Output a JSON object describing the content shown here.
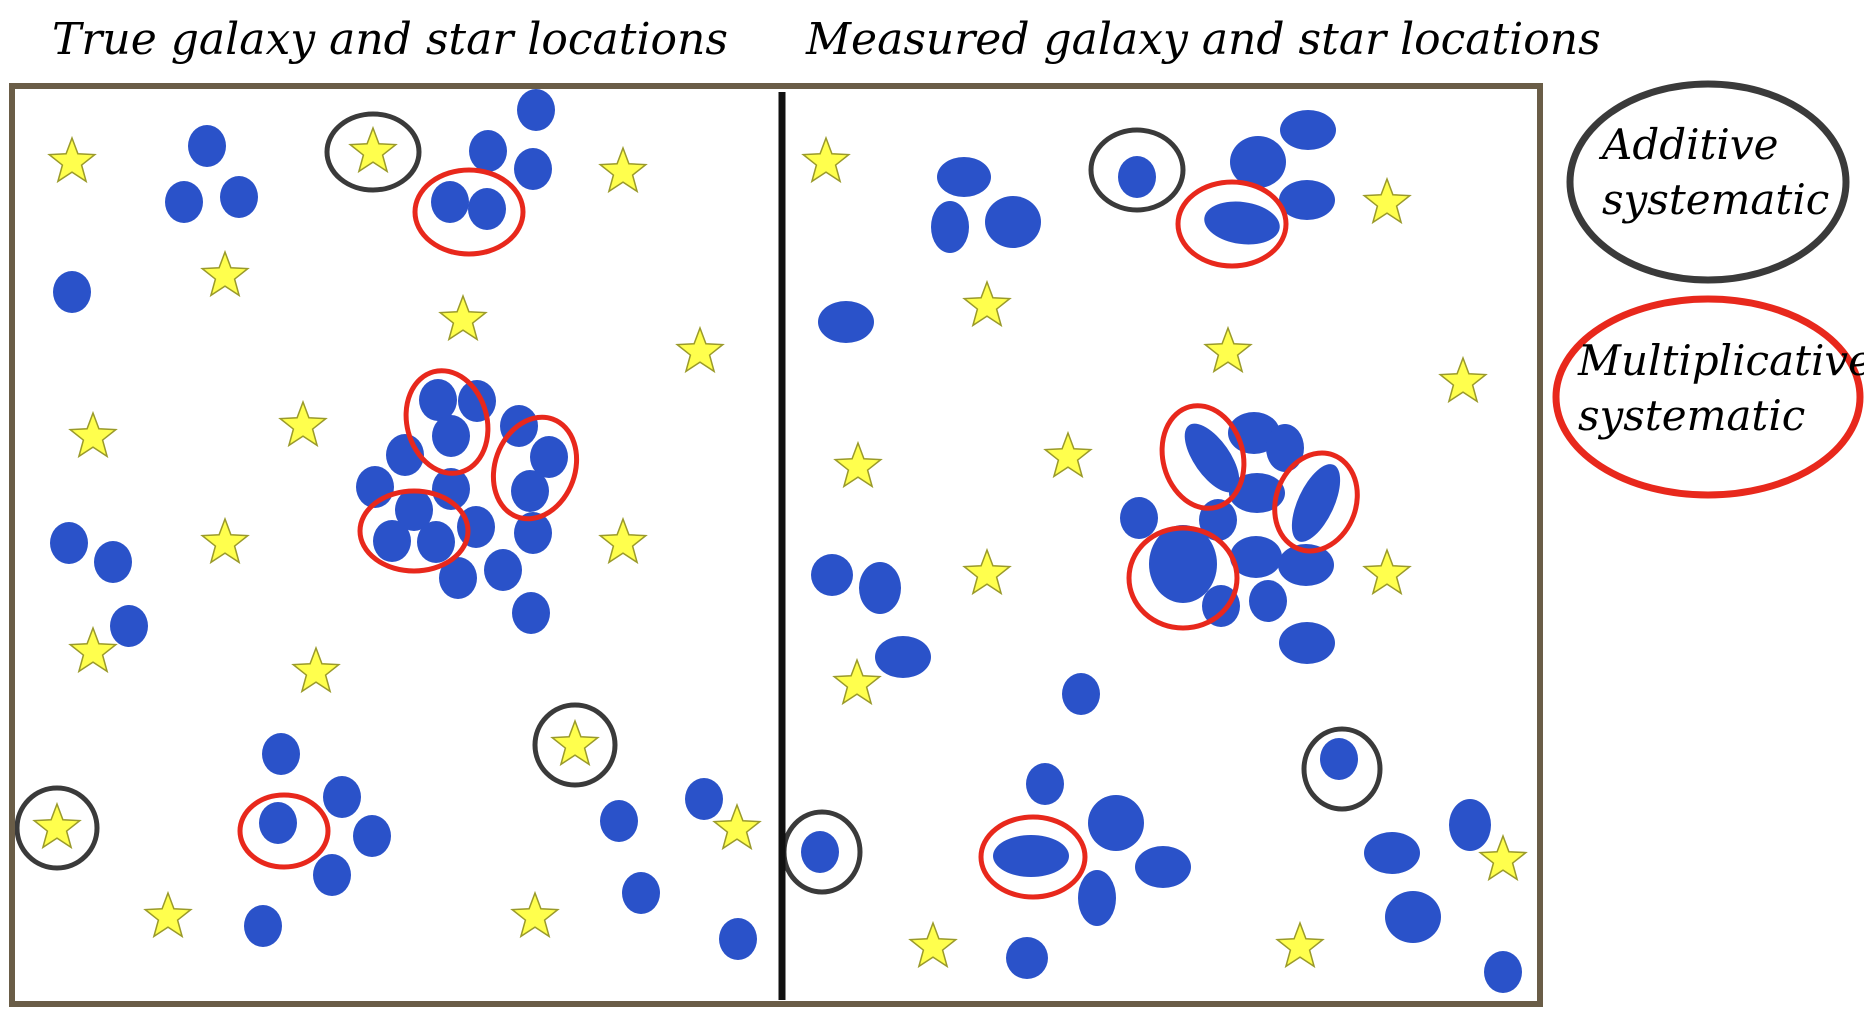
{
  "titles": {
    "left": "True galaxy and star locations",
    "right": "Measured galaxy and star locations"
  },
  "legend": {
    "additive_line1": "Additive",
    "additive_line2": "systematic",
    "multiplicative_line1": "Multiplicative",
    "multiplicative_line2": "systematic"
  },
  "colors": {
    "galaxy": "#2a52c9",
    "star_fill": "#ffff4d",
    "star_stroke": "#9a9a2a",
    "frame": "#6a5d47",
    "divider": "#111111",
    "additive": "#3a3a3a",
    "multiplicative": "#e8281c"
  },
  "icons": {
    "star": "star-icon",
    "galaxy": "galaxy-blob"
  }
}
